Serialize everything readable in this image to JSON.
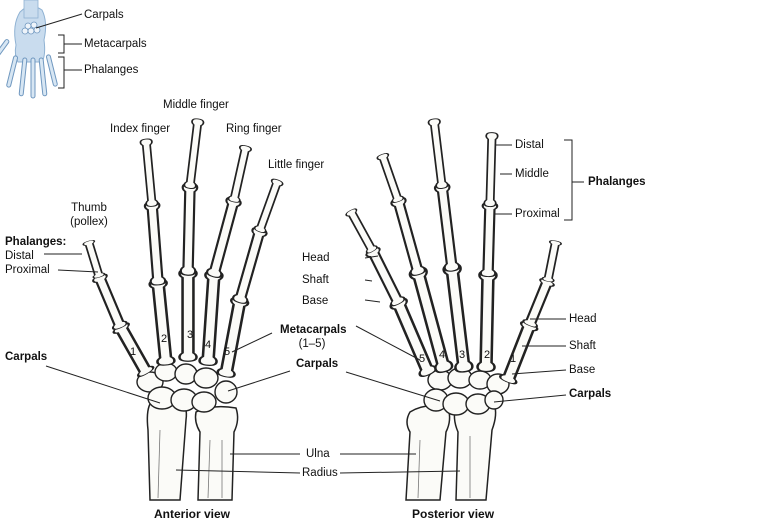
{
  "inset": {
    "carpals": "Carpals",
    "metacarpals": "Metacarpals",
    "phalanges": "Phalanges"
  },
  "anterior": {
    "view_title": "Anterior view",
    "fingers": {
      "index": "Index finger",
      "middle": "Middle finger",
      "ring": "Ring finger",
      "little": "Little finger"
    },
    "thumb": "Thumb",
    "thumb_alt": "(pollex)",
    "phalanges_heading": "Phalanges:",
    "distal": "Distal",
    "proximal": "Proximal",
    "metacarpals": "Metacarpals",
    "metacarpal_range": "(1–5)",
    "carpals_left": "Carpals",
    "carpals_right": "Carpals",
    "numbers": [
      "1",
      "2",
      "3",
      "4",
      "5"
    ]
  },
  "posterior": {
    "view_title": "Posterior view",
    "distal": "Distal",
    "middle": "Middle",
    "proximal": "Proximal",
    "phalanges": "Phalanges",
    "head_left": "Head",
    "shaft_left": "Shaft",
    "base_left": "Base",
    "head_right": "Head",
    "shaft_right": "Shaft",
    "base_right": "Base",
    "carpals_left": "Carpals",
    "carpals_right": "Carpals",
    "numbers": [
      "5",
      "4",
      "3",
      "2",
      "1"
    ]
  },
  "forearm": {
    "ulna": "Ulna",
    "radius": "Radius"
  }
}
